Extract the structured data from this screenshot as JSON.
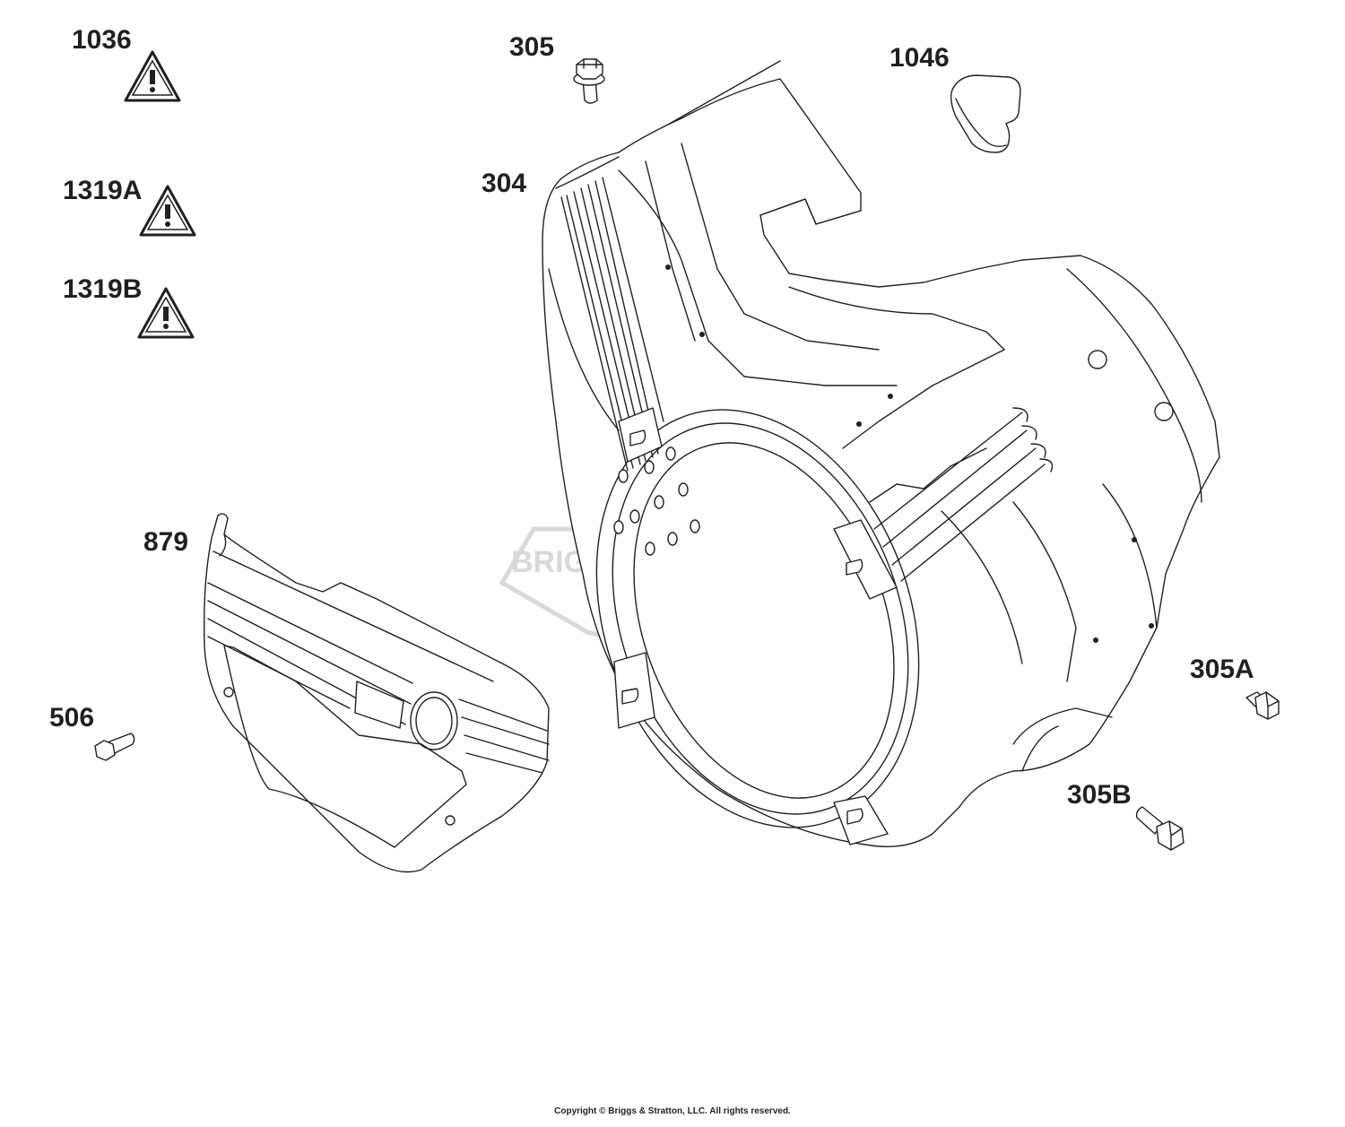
{
  "callouts": {
    "c1036": "1036",
    "c1319a": "1319A",
    "c1319b": "1319B",
    "c305": "305",
    "c1046": "1046",
    "c304": "304",
    "c879": "879",
    "c506": "506",
    "c305a": "305A",
    "c305b": "305B"
  },
  "watermark": {
    "text": "BRIGGS&STRATTON",
    "mark": "®"
  },
  "footer": {
    "copyright": "Copyright © Briggs & Stratton, LLC. All rights reserved."
  },
  "icons": {
    "warning": "warning-triangle-icon",
    "screw": "hex-flange-screw-icon"
  }
}
